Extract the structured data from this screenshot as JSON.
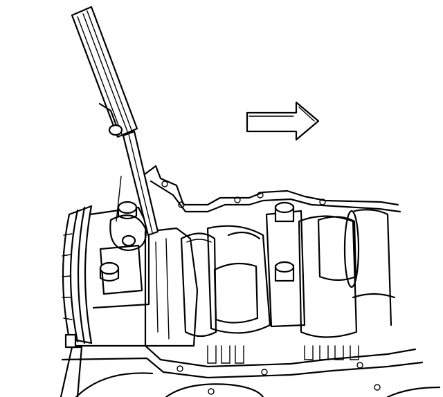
{
  "figure": {
    "colors": {
      "line": "#000000",
      "background": "#ffffff"
    },
    "parts": [
      "pry-bar",
      "direction-arrow",
      "engine-block",
      "crankshaft",
      "crankshaft-pulley",
      "main-bearing-cap-bolts"
    ],
    "arrow_direction": "right"
  }
}
